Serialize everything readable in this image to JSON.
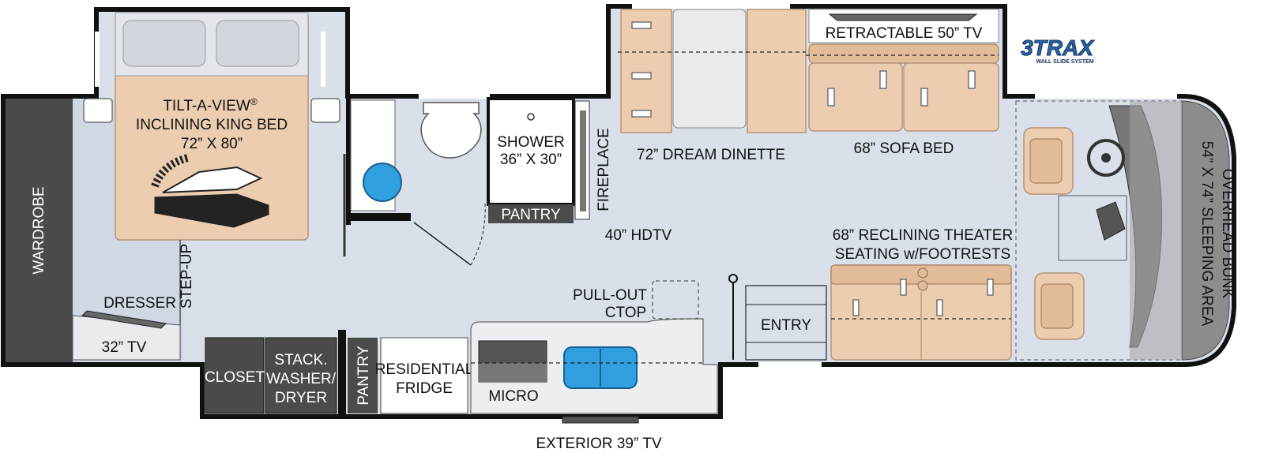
{
  "colors": {
    "floor": "#d9e0ea",
    "wall": "#111111",
    "furniture_tan": "#eccdb0",
    "cabinet_dark": "#4b4b4b",
    "sink_blue": "#2f9fe0",
    "logo_blue": "#2a66a8"
  },
  "logo": {
    "text": "3TRAX",
    "tagline": "WALL SLIDE SYSTEM"
  },
  "rooms": {
    "bed": {
      "line1": "TILT-A-VIEW",
      "reg": "®",
      "line2": "INCLINING KING BED",
      "line3": "72” X 80”"
    },
    "wardrobe": "WARDROBE",
    "dresser": "DRESSER",
    "tv32": "32” TV",
    "step_up": "STEP-UP",
    "shower": {
      "line1": "SHOWER",
      "line2": "36” X 30”"
    },
    "pantry_bath": "PANTRY",
    "fireplace": "FIREPLACE",
    "hdtv": "40” HDTV",
    "dinette": "72” DREAM DINETTE",
    "sofa_bed": "68” SOFA BED",
    "retractable_tv": "RETRACTABLE 50” TV",
    "theater": {
      "line1": "68” RECLINING THEATER",
      "line2": "SEATING w/FOOTRESTS"
    },
    "bunk": {
      "line1": "OVERHEAD BUNK",
      "line2": "54” X 74” SLEEPING AREA"
    },
    "entry": "ENTRY",
    "cooktop": {
      "line1": "PULL-OUT",
      "line2": "CTOP"
    },
    "closet": "CLOSET",
    "washer": {
      "line1": "STACK.",
      "line2": "WASHER/",
      "line3": "DRYER"
    },
    "pantry_kitchen": "PANTRY",
    "fridge": {
      "line1": "RESIDENTIAL",
      "line2": "FRIDGE"
    },
    "micro": "MICRO",
    "exterior_tv": "EXTERIOR 39” TV"
  }
}
